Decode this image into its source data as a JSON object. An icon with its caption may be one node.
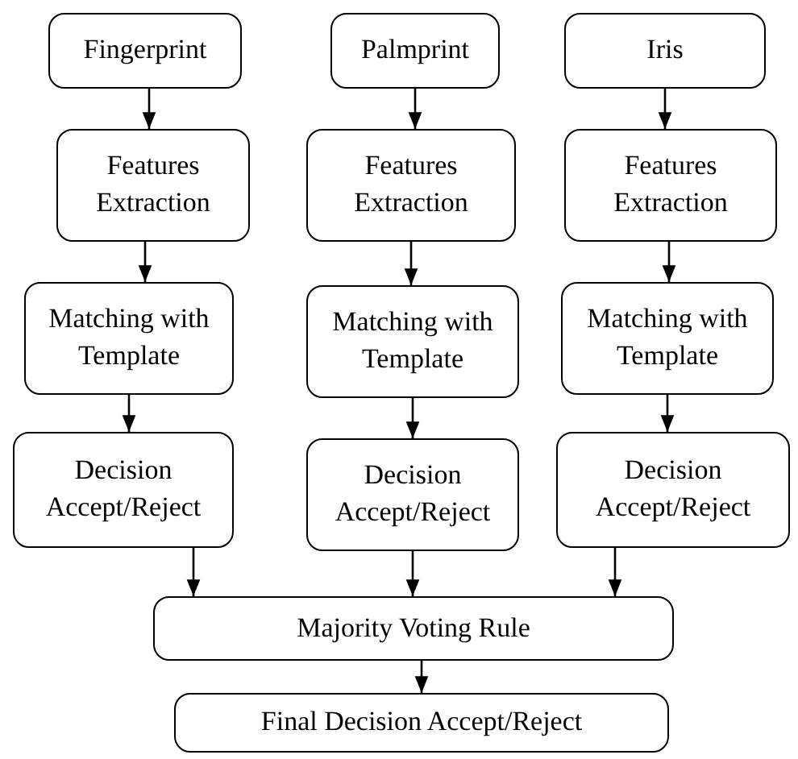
{
  "diagram": {
    "nodes": [
      {
        "text": [
          "Fingerprint"
        ]
      },
      {
        "text": [
          "Palmprint"
        ]
      },
      {
        "text": [
          "Iris"
        ]
      },
      {
        "text": [
          "Features Extraction"
        ]
      },
      {
        "text": [
          "Features Extraction"
        ]
      },
      {
        "text": [
          "Features Extraction"
        ]
      },
      {
        "text": [
          "Matching with Template"
        ]
      },
      {
        "text": [
          "Matching with Template"
        ]
      },
      {
        "text": [
          "Matching with Template"
        ]
      },
      {
        "text": [
          "Decision Accept/Reject"
        ]
      },
      {
        "text": [
          "Decision Accept/Reject"
        ]
      },
      {
        "text": [
          "Decision Accept/Reject"
        ]
      },
      {
        "text": [
          "Majority Voting Rule"
        ]
      },
      {
        "text": [
          "Final Decision Accept/Reject"
        ]
      }
    ],
    "edges": [
      {
        "from": 0,
        "to": 3,
        "arrow": "to"
      },
      {
        "from": 1,
        "to": 4,
        "arrow": "to"
      },
      {
        "from": 2,
        "to": 5,
        "arrow": "to"
      },
      {
        "from": 3,
        "to": 6,
        "arrow": "to"
      },
      {
        "from": 4,
        "to": 7,
        "arrow": "to"
      },
      {
        "from": 5,
        "to": 8,
        "arrow": "to"
      },
      {
        "from": 6,
        "to": 9,
        "arrow": "to"
      },
      {
        "from": 7,
        "to": 10,
        "arrow": "to"
      },
      {
        "from": 8,
        "to": 11,
        "arrow": "to"
      },
      {
        "from": 9,
        "to": 12,
        "arrow": "to"
      },
      {
        "from": 10,
        "to": 12,
        "arrow": "to"
      },
      {
        "from": 11,
        "to": 12,
        "arrow": "to"
      },
      {
        "from": 12,
        "to": 13,
        "arrow": "to"
      }
    ]
  }
}
